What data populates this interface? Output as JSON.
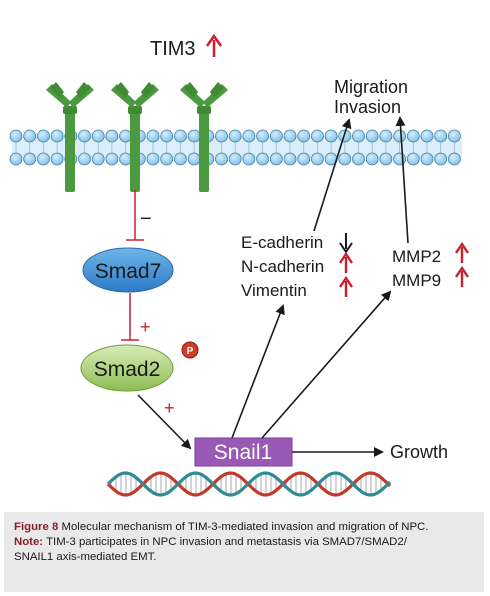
{
  "diagram": {
    "tim3_label": "TIM3",
    "outcome_label_1": "Migration",
    "outcome_label_2": "Invasion",
    "smad7_label": "Smad7",
    "smad2_label": "Smad2",
    "phospho_label": "P",
    "snail1_label": "Snail1",
    "growth_label": "Growth",
    "minus_sign": "−",
    "plus_sign_1": "+",
    "plus_sign_2": "+",
    "markers": [
      {
        "label": "E-cadherin",
        "direction": "down"
      },
      {
        "label": "N-cadherin",
        "direction": "up"
      },
      {
        "label": "Vimentin",
        "direction": "up"
      }
    ],
    "mmps": [
      {
        "label": "MMP2",
        "direction": "up"
      },
      {
        "label": "MMP9",
        "direction": "up"
      }
    ]
  },
  "caption": {
    "figure_label": "Figure 8",
    "figure_text": " Molecular mechanism of TIM-3-mediated invasion and migration of NPC.",
    "note_label": "Note:",
    "note_text": " TIM-3 participates in NPC invasion and metastasis via SMAD7/SMAD2/",
    "note_text_2": "SNAIL1 axis-mediated EMT."
  },
  "colors": {
    "receptor_green": "#4c9a3f",
    "membrane_blue": "#8ec7ea",
    "smad7_fill": "#3d8fd6",
    "smad2_fill": "#a5cc6b",
    "snail1_fill": "#9b59b6",
    "up_arrow_red": "#c8202e",
    "inhibition_red": "#c8202e",
    "phospho_red": "#d23a2a",
    "dna_red": "#c0392b",
    "dna_teal": "#2e8b96",
    "caption_bg": "#e9e9e9",
    "caption_bold": "#8a1f2c"
  }
}
